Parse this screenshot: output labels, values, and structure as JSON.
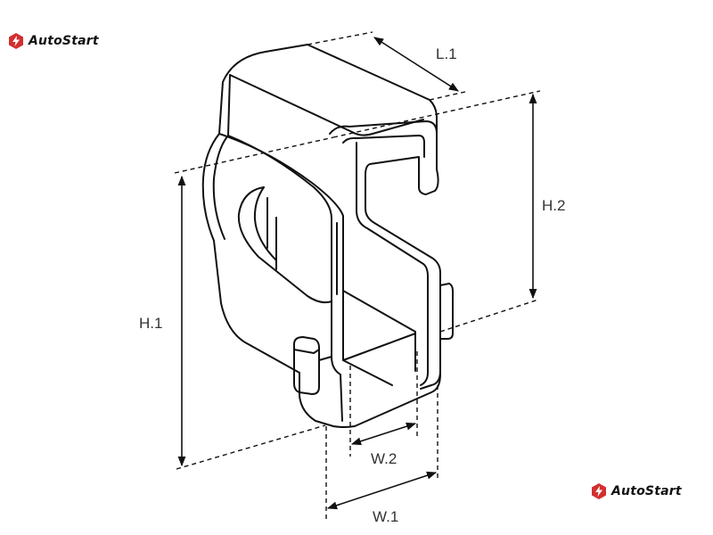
{
  "brand": {
    "name": "AutoStart",
    "accent_color": "#d32f2f",
    "icon": "autostart-logo-icon"
  },
  "dimensions": {
    "l1": "L.1",
    "h1": "H.1",
    "h2": "H.2",
    "w1": "W.1",
    "w2": "W.2"
  }
}
